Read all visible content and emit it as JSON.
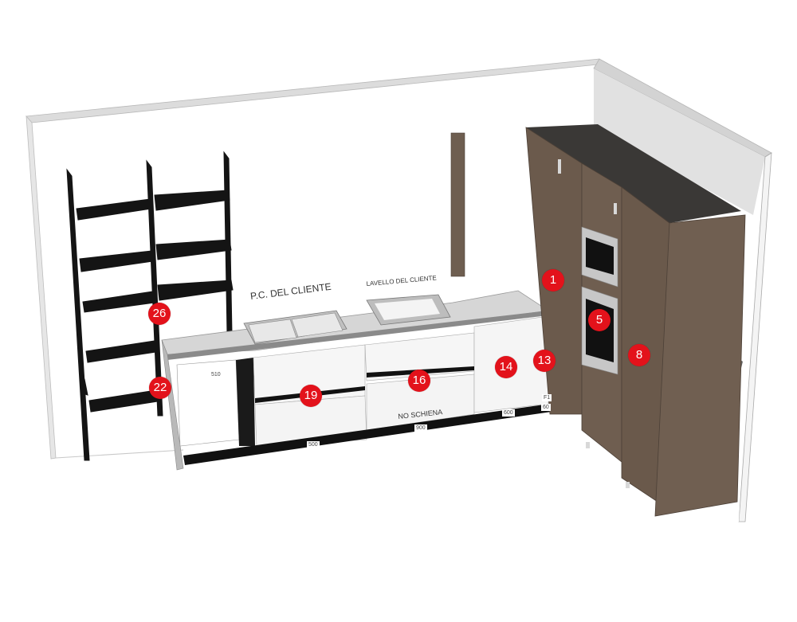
{
  "diagram": {
    "type": "3d-kitchen-layout",
    "colors": {
      "wall": "#ffffff",
      "wall_edge": "#d9d9d9",
      "side_wall": "#dedede",
      "tall_unit": "#6b5a4c",
      "tall_unit_top": "#3a3836",
      "shelf_black": "#141414",
      "countertop": "#d4d4d4",
      "base_front": "#f7f7f7",
      "plinth": "#111111",
      "marker": "#e3121b"
    },
    "annotations": {
      "hob_label": "P.C. DEL CLIENTE",
      "sink_label": "LAVELLO DEL CLIENTE",
      "no_back_label": "NO SCHIENA"
    },
    "dimensions": {
      "dishwasher_panel": "510",
      "base_left": "500",
      "base_middle": "900",
      "base_right": "600",
      "filler_code": "F1",
      "filler_width": "60"
    },
    "markers": [
      {
        "id": "1",
        "item": "tall-unit-left"
      },
      {
        "id": "5",
        "item": "oven-column"
      },
      {
        "id": "8",
        "item": "tall-unit-right"
      },
      {
        "id": "13",
        "item": "filler-panel"
      },
      {
        "id": "14",
        "item": "base-unit-right"
      },
      {
        "id": "16",
        "item": "sink-base-drawers"
      },
      {
        "id": "19",
        "item": "hob-base-drawers"
      },
      {
        "id": "22",
        "item": "end-panel-shelving"
      },
      {
        "id": "26",
        "item": "wall-shelving-ladder"
      }
    ]
  }
}
